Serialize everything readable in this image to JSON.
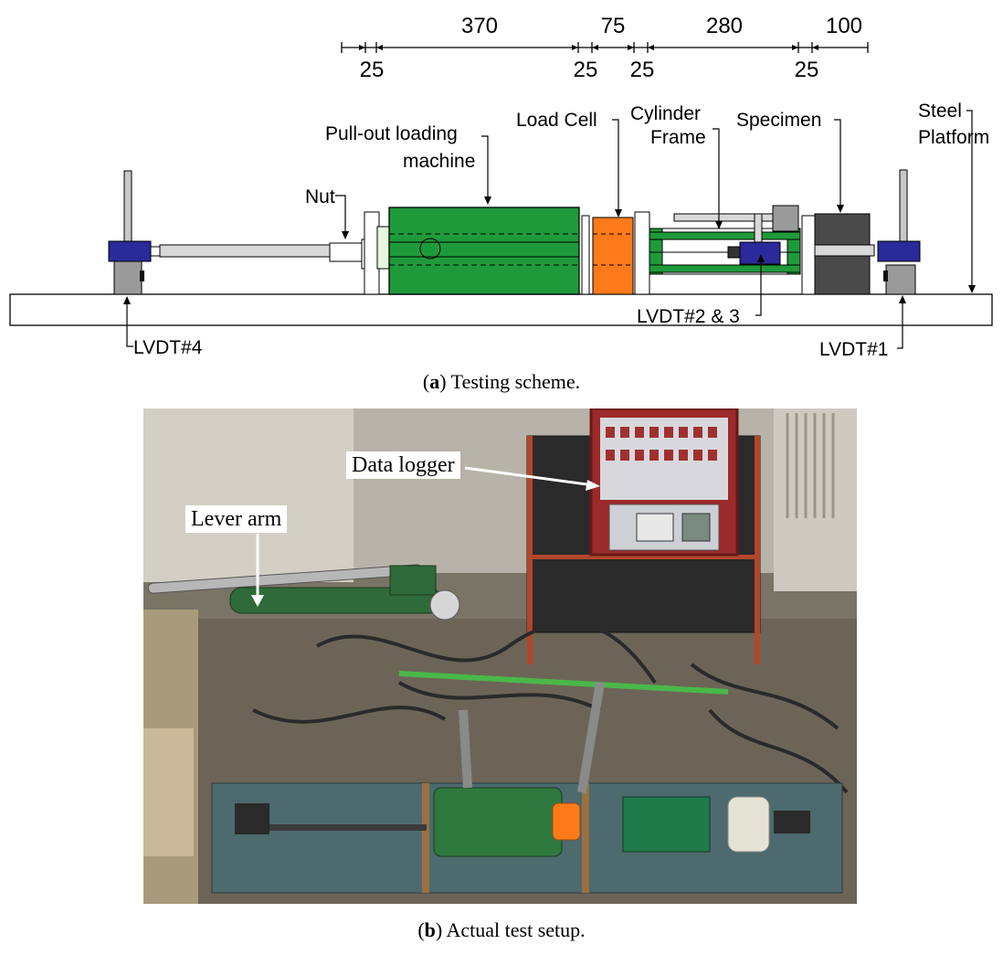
{
  "scheme": {
    "dimensions_top": [
      "370",
      "75",
      "280",
      "100"
    ],
    "dimensions_bottom": [
      "25",
      "25",
      "25",
      "25"
    ],
    "labels": {
      "pullout_line1": "Pull-out loading",
      "pullout_line2": "machine",
      "load_cell": "Load Cell",
      "cylinder_line1": "Cylinder",
      "cylinder_line2": "Frame",
      "specimen": "Specimen",
      "steel_line1": "Steel",
      "steel_line2": "Platform",
      "nut": "Nut",
      "lvdt4": "LVDT#4",
      "lvdt23": "LVDT#2 & 3",
      "lvdt1": "LVDT#1"
    },
    "colors": {
      "machine": "#1f9a3a",
      "load_cell": "#ff7a1a",
      "lvdt": "#2a2a9a",
      "specimen": "#4a4a4a",
      "support": "#9a9a9a"
    }
  },
  "caption_a": {
    "letter": "a",
    "text": ") Testing scheme."
  },
  "photo": {
    "callouts": {
      "data_logger": "Data logger",
      "lever_arm": "Lever arm"
    }
  },
  "caption_b": {
    "letter": "b",
    "text": ") Actual test setup."
  }
}
